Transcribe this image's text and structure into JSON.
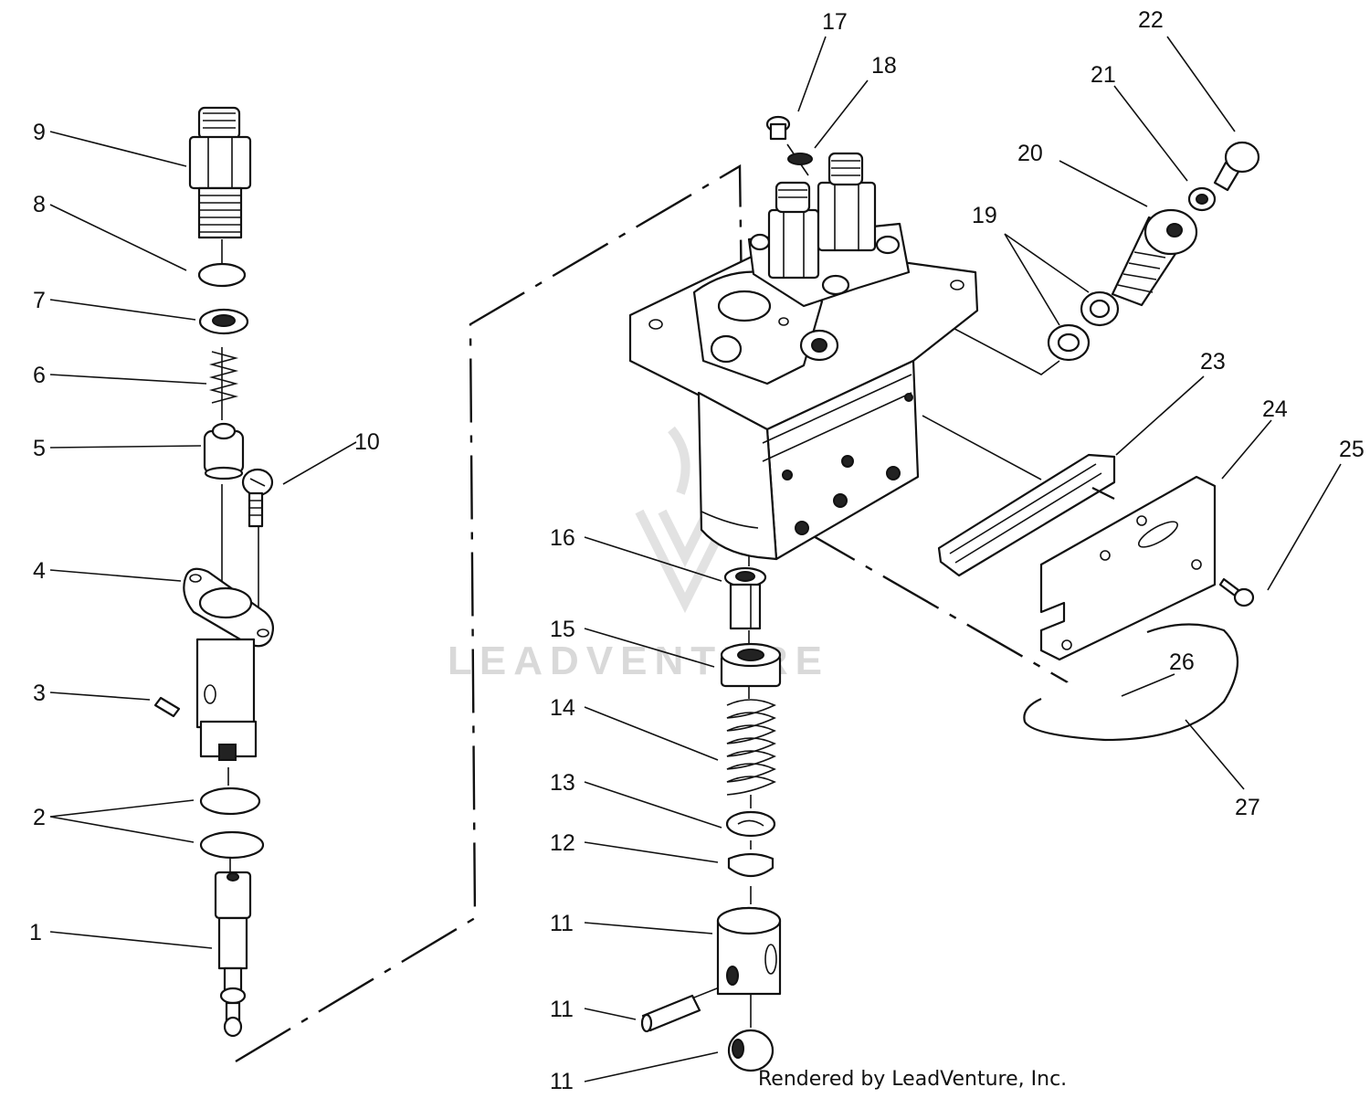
{
  "diagram": {
    "type": "exploded parts diagram",
    "callouts": [
      {
        "id": "c1",
        "label": "1"
      },
      {
        "id": "c2",
        "label": "2"
      },
      {
        "id": "c3",
        "label": "3"
      },
      {
        "id": "c4",
        "label": "4"
      },
      {
        "id": "c5",
        "label": "5"
      },
      {
        "id": "c6",
        "label": "6"
      },
      {
        "id": "c7",
        "label": "7"
      },
      {
        "id": "c8",
        "label": "8"
      },
      {
        "id": "c9",
        "label": "9"
      },
      {
        "id": "c10",
        "label": "10"
      },
      {
        "id": "c11a",
        "label": "11"
      },
      {
        "id": "c11b",
        "label": "11"
      },
      {
        "id": "c11c",
        "label": "11"
      },
      {
        "id": "c12",
        "label": "12"
      },
      {
        "id": "c13",
        "label": "13"
      },
      {
        "id": "c14",
        "label": "14"
      },
      {
        "id": "c15",
        "label": "15"
      },
      {
        "id": "c16",
        "label": "16"
      },
      {
        "id": "c17",
        "label": "17"
      },
      {
        "id": "c18",
        "label": "18"
      },
      {
        "id": "c19",
        "label": "19"
      },
      {
        "id": "c20",
        "label": "20"
      },
      {
        "id": "c21",
        "label": "21"
      },
      {
        "id": "c22",
        "label": "22"
      },
      {
        "id": "c23",
        "label": "23"
      },
      {
        "id": "c24",
        "label": "24"
      },
      {
        "id": "c25",
        "label": "25"
      },
      {
        "id": "c26",
        "label": "26"
      },
      {
        "id": "c27",
        "label": "27"
      }
    ]
  },
  "watermark": {
    "text": "LEADVENTURE"
  },
  "credit": {
    "text": "Rendered by LeadVenture, Inc."
  }
}
